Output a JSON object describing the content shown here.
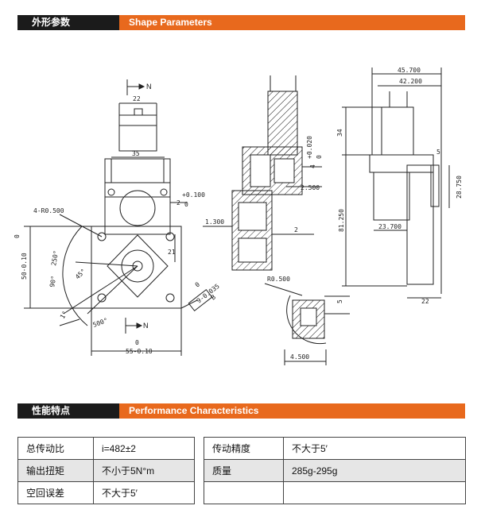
{
  "shape_section": {
    "title_cn": "外形参数",
    "title_en": "Shape Parameters"
  },
  "perf_section": {
    "title_cn": "性能特点",
    "title_en": "Performance Characteristics"
  },
  "drawing": {
    "front_view": {
      "n_label": "N",
      "shaft_dia": "22",
      "body_width": "35",
      "hole_spec": "2",
      "hole_tol_upper": "+0.100",
      "hole_tol_lower": "0",
      "corner_radius": "4-R0.500",
      "height_21": "21",
      "side_dim": "50-0.10",
      "side_dim_zero": "0",
      "angle_250": "250°",
      "angle_90": "90°",
      "angle_45": "45°",
      "angle_1": "1°",
      "angle_500": "500°",
      "bottom_zero": "0",
      "bottom_dim": "55-0.10",
      "tol_box_label": "9-0.035",
      "tol_box_zero": "0",
      "tol_box_ref": "B"
    },
    "section_view": {
      "shaft_label": "4",
      "shaft_tol_upper": "+0.020",
      "shaft_tol_lower": "0",
      "dim_2500": "2.500",
      "dim_1300": "1.300",
      "dim_2": "2",
      "radius": "R0.500",
      "dim_5": "5",
      "dim_4500": "4.500"
    },
    "side_view": {
      "dim_45700": "45.700",
      "dim_42200": "42.200",
      "dim_34": "34",
      "dim_5": "5",
      "dim_28750": "28.750",
      "dim_81250": "81.250",
      "dim_23700": "23.700",
      "dim_22": "22"
    }
  },
  "specs_left": [
    {
      "label": "总传动比",
      "value": "i=482±2",
      "shaded": false
    },
    {
      "label": "输出扭矩",
      "value": "不小于5N°m",
      "shaded": true
    },
    {
      "label": "空回误差",
      "value": "不大于5′",
      "shaded": false
    }
  ],
  "specs_right": [
    {
      "label": "传动精度",
      "value": "不大于5′",
      "shaded": false
    },
    {
      "label": "质量",
      "value": "285g-295g",
      "shaded": true
    },
    {
      "label": "",
      "value": "",
      "shaded": false
    }
  ]
}
